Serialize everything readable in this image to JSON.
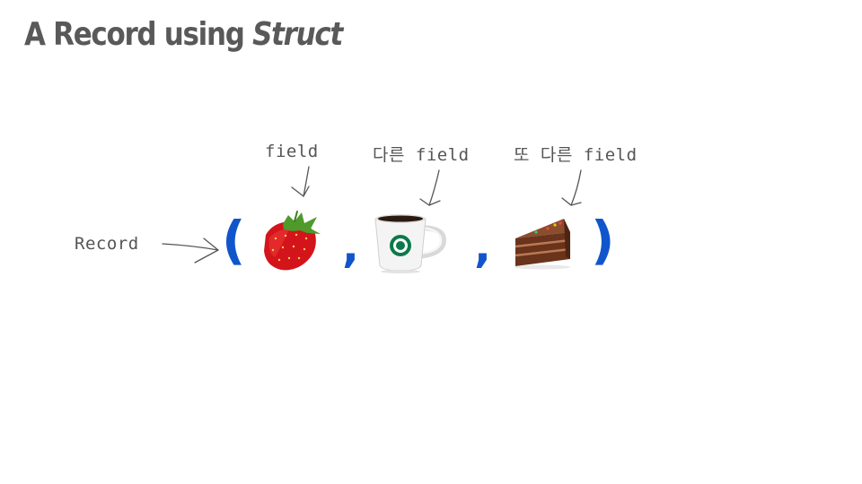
{
  "slide": {
    "title_prefix": "A Record using ",
    "title_emphasis": "Struct"
  },
  "annotations": {
    "record": "Record",
    "field_1": "field",
    "field_2": "다른 field",
    "field_3": "또 다른 field"
  },
  "tuple": {
    "open": "(",
    "close": ")",
    "separator": ","
  },
  "items": [
    {
      "icon": "strawberry-icon"
    },
    {
      "icon": "coffee-cup-icon"
    },
    {
      "icon": "chocolate-cake-icon"
    }
  ],
  "colors": {
    "title": "#595959",
    "punctuation": "#1155cc",
    "handwriting": "#555555"
  }
}
